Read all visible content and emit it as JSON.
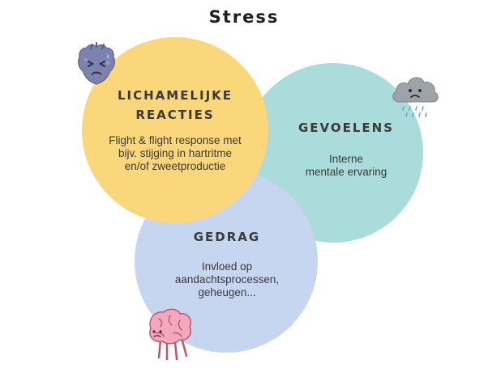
{
  "title": "Stress",
  "colors": {
    "lichamelijke": "#fbd77c",
    "gevoelens": "#a9dcdb",
    "gedrag": "#c6d6f1"
  },
  "circles": {
    "lichamelijke": {
      "heading": "LICHAMELIJKE\nREACTIES",
      "body": "Flight & flight response met\nbijv. stijging in hartritme\nen/of zweetproductie",
      "icon": "worried-heart-icon"
    },
    "gevoelens": {
      "heading": "GEVOELENS",
      "body": "Interne\nmentale ervaring",
      "icon": "sad-rain-cloud-icon"
    },
    "gedrag": {
      "heading": "GEDRAG",
      "body": "Invloed op\naandachtsprocessen,\ngeheugen...",
      "icon": "brain-character-icon"
    }
  }
}
